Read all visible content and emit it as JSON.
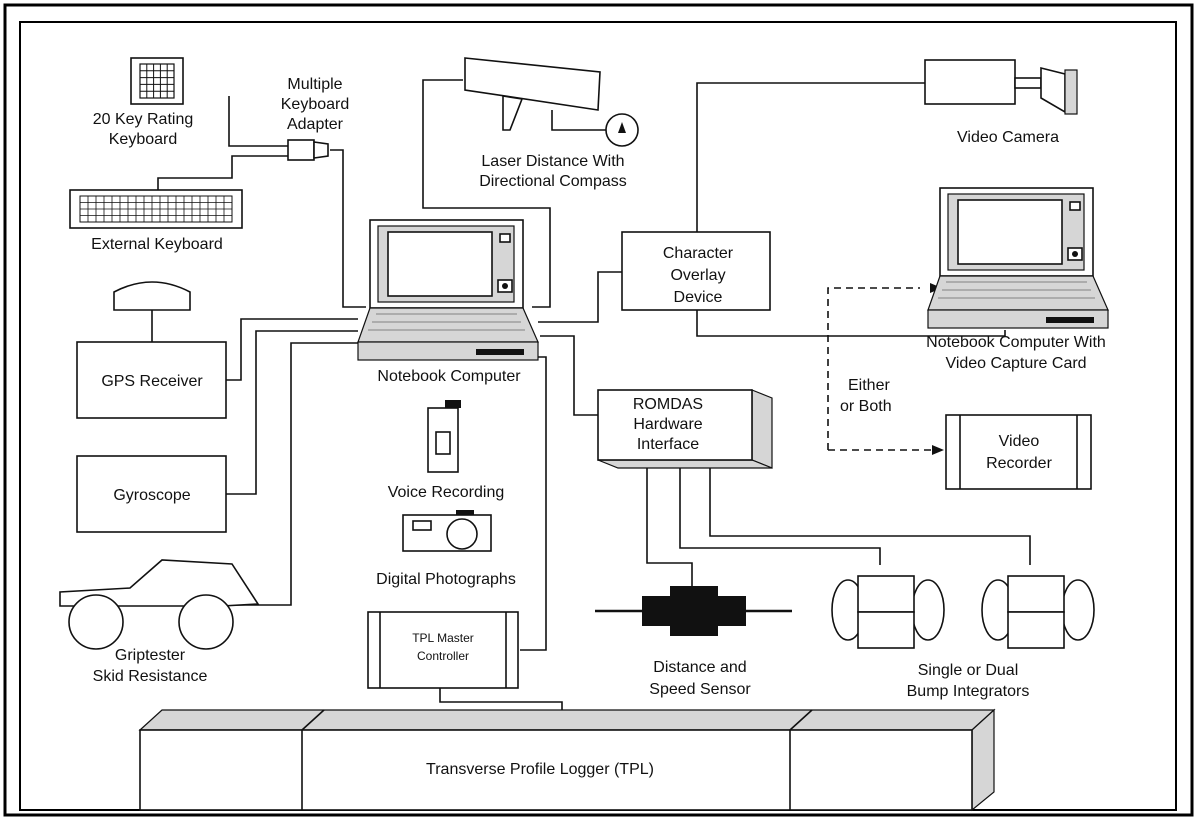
{
  "diagram": {
    "labels": {
      "key_rating_keyboard": [
        "20 Key Rating",
        "Keyboard"
      ],
      "keyboard_adapter": [
        "Multiple",
        "Keyboard",
        "Adapter"
      ],
      "external_keyboard": [
        "External Keyboard"
      ],
      "laser_distance": [
        "Laser Distance With",
        "Directional Compass"
      ],
      "video_camera": [
        "Video Camera"
      ],
      "gps_receiver": [
        "GPS Receiver"
      ],
      "notebook_computer": [
        "Notebook Computer"
      ],
      "character_overlay": [
        "Character",
        "Overlay",
        "Device"
      ],
      "notebook_video_capture": [
        "Notebook Computer With",
        "Video Capture Card"
      ],
      "either_or_both": [
        "Either",
        "or Both"
      ],
      "romdas_interface": [
        "ROMDAS",
        "Hardware",
        "Interface"
      ],
      "video_recorder": [
        "Video",
        "Recorder"
      ],
      "voice_recording": [
        "Voice Recording"
      ],
      "gyroscope": [
        "Gyroscope"
      ],
      "digital_photographs": [
        "Digital Photographs"
      ],
      "tpl_master_controller": [
        "TPL Master",
        "Controller"
      ],
      "distance_speed_sensor": [
        "Distance and",
        "Speed Sensor"
      ],
      "bump_integrators": [
        "Single or Dual",
        "Bump Integrators"
      ],
      "griptester": [
        "Griptester",
        "Skid Resistance"
      ],
      "tpl": [
        "Transverse Profile Logger (TPL)"
      ]
    }
  }
}
